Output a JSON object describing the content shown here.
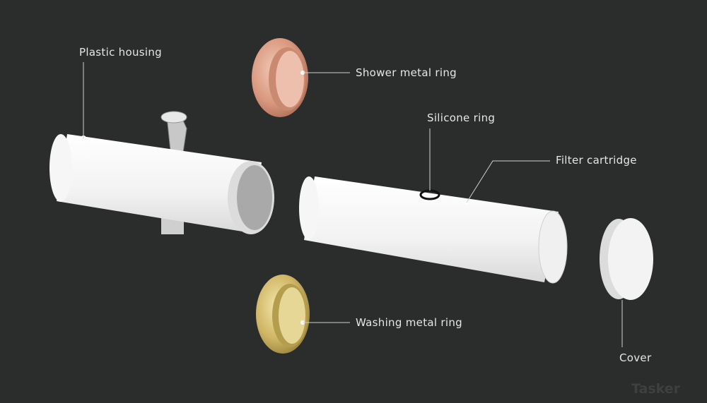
{
  "labels": {
    "plastic_housing": "Plastic  housing",
    "shower_metal_ring": "Shower metal ring",
    "silicone_ring": "Silicone ring",
    "filter_cartridge": "Filter cartridge",
    "washing_metal_ring": "Washing metal ring",
    "cover": "Cover"
  },
  "watermark": "Tasker",
  "colors": {
    "background": "#2b2c2c",
    "copper": "#d9a08a",
    "gold": "#d8c27a",
    "white_part": "#f4f4f4"
  }
}
